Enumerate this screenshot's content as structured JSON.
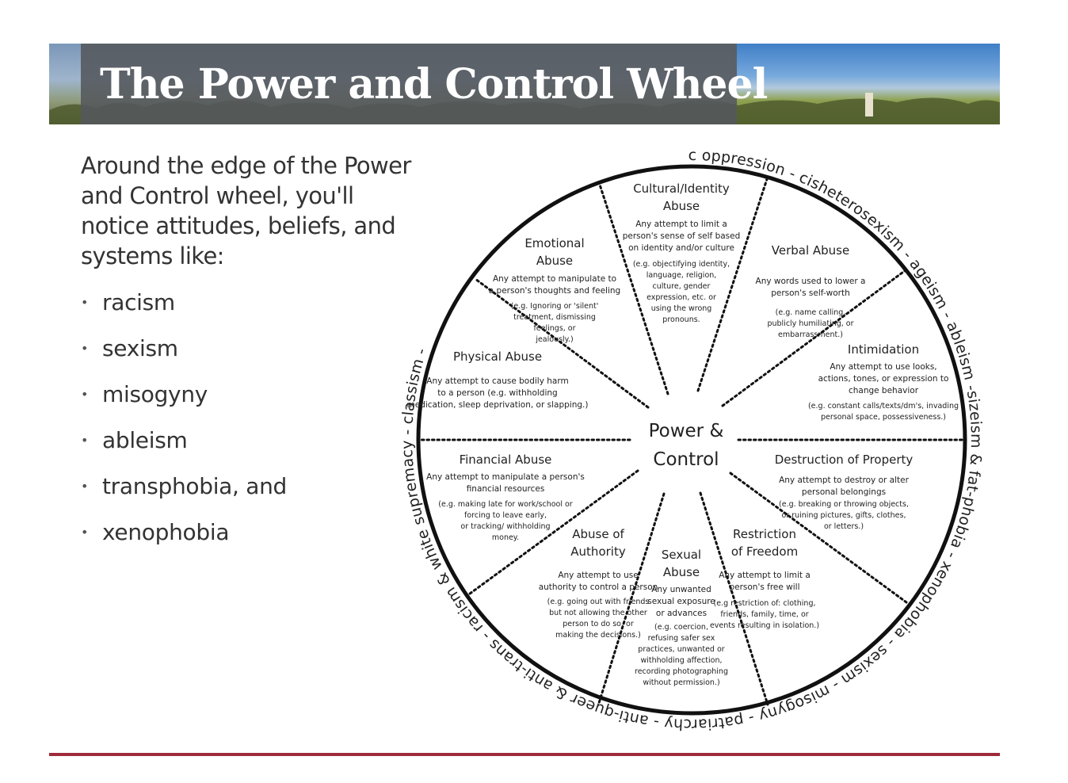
{
  "header": {
    "title": "The Power and Control Wheel"
  },
  "intro": {
    "text": "Around the edge of the Power and Control wheel, you'll notice attitudes, beliefs, and systems like:"
  },
  "bullets": [
    "racism",
    "sexism",
    "misogyny",
    "ableism",
    "transphobia, and",
    "xenophobia"
  ],
  "wheel": {
    "outer_ring_text": "systemic oppression - cisheterosexism - ageism - ableism -sizeism & fat-phobia - xenophobia - sexism - misogyny - patriarchy - anti-queer & anti-trans - racism & white supremacy - classism -",
    "center_lines": [
      "Power &",
      "Control"
    ],
    "segments": [
      {
        "title": [
          "Cultural/Identity",
          "Abuse"
        ],
        "desc": [
          "Any attempt to limit a",
          "person's sense of self based",
          "on identity and/or culture"
        ],
        "examples": [
          "(e.g. objectifying identity,",
          "language, religion,",
          "culture, gender",
          "expression, etc. or",
          "using the wrong",
          "pronouns."
        ]
      },
      {
        "title": [
          "Verbal Abuse"
        ],
        "desc": [
          "Any words used to lower a",
          "person's self-worth"
        ],
        "examples": [
          "(e.g. name calling,",
          "publicly humiliating, or",
          "embarrassment.)"
        ]
      },
      {
        "title": [
          "Intimidation"
        ],
        "desc": [
          "Any attempt to use looks,",
          "actions, tones, or expression to",
          "change behavior"
        ],
        "examples": [
          "(e.g. constant calls/texts/dm's, invading",
          "personal space, possessiveness.)"
        ]
      },
      {
        "title": [
          "Destruction of Property"
        ],
        "desc": [
          "Any attempt to destroy or alter",
          "personal belongings"
        ],
        "examples": [
          "(e.g. breaking or throwing objects,",
          "or ruining pictures, gifts, clothes,",
          "or letters.)"
        ]
      },
      {
        "title": [
          "Restriction",
          "of Freedom"
        ],
        "desc": [
          "Any attempt to limit a",
          "person's free will"
        ],
        "examples": [
          "(e.g restriction of: clothing,",
          "friends, family, time, or",
          "events resulting in isolation.)"
        ]
      },
      {
        "title": [
          "Sexual",
          "Abuse"
        ],
        "desc": [
          "Any unwanted",
          "sexual exposure",
          "or advances"
        ],
        "examples": [
          "(e.g. coercion,",
          "refusing safer sex",
          "practices, unwanted or",
          "withholding affection,",
          "recording photographing",
          "without permission.)"
        ]
      },
      {
        "title": [
          "Abuse of",
          "Authority"
        ],
        "desc": [
          "Any attempt to use",
          "authority to control a person"
        ],
        "examples": [
          "(e.g. going out with friends",
          "but not allowing the other",
          "person to do so, or",
          "making the decisions.)"
        ]
      },
      {
        "title": [
          "Financial Abuse"
        ],
        "desc": [
          "Any attempt to manipulate a person's",
          "financial resources"
        ],
        "examples": [
          "(e.g. making late for work/school or",
          "forcing to leave early,",
          "or tracking/ withholding",
          "money."
        ]
      },
      {
        "title": [
          "Physical Abuse"
        ],
        "desc": [
          "Any attempt to cause bodily harm",
          "to a person (e.g. withholding",
          "medication, sleep deprivation, or slapping.)"
        ],
        "examples": []
      },
      {
        "title": [
          "Emotional",
          "Abuse"
        ],
        "desc": [
          "Any attempt to manipulate to",
          "a person's thoughts and feeling"
        ],
        "examples": [
          "(e.g. Ignoring or 'silent'",
          "treatment, dismissing",
          "feelings, or",
          "jealously.)"
        ]
      }
    ]
  }
}
